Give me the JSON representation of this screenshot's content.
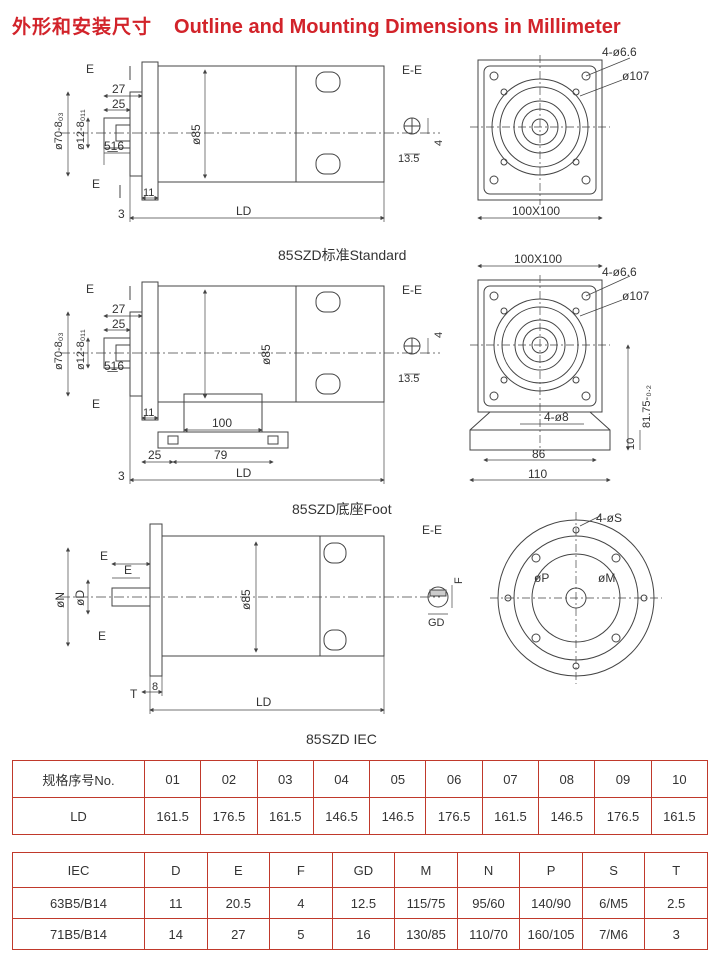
{
  "title": {
    "cn": "外形和安装尺寸",
    "en": "Outline and Mounting Dimensions in Millimeter"
  },
  "standard": {
    "caption": "85SZD标准Standard",
    "section": "E-E",
    "e": "E",
    "d27": "27",
    "d25": "25",
    "d516": "5͟16",
    "d_flange": "ø70-8₀₃",
    "d_shaft": "ø12-8₀₁₁",
    "d85": "ø85",
    "d11": "11",
    "d3": "3",
    "ld": "LD",
    "key4": "4",
    "key135": "13.5",
    "hole": "4-ø6.6",
    "pcd": "ø107",
    "square": "100X100"
  },
  "foot": {
    "caption": "85SZD底座Foot",
    "section": "E-E",
    "e": "E",
    "d27": "27",
    "d25": "25",
    "d516": "5͟16",
    "d_flange": "ø70-8₀₃",
    "d_shaft": "ø12-8₀₁₁",
    "d85": "ø85",
    "d11": "11",
    "d100": "100",
    "d25b": "25",
    "d79": "79",
    "d3": "3",
    "ld": "LD",
    "key4": "4",
    "key135": "13.5",
    "square": "100X100",
    "hole": "4-ø6.6",
    "pcd": "ø107",
    "height": "81.75-₀.₂",
    "foothole": "4-ø8",
    "d10": "10",
    "d86": "86",
    "d110": "110"
  },
  "iec": {
    "caption": "85SZD IEC",
    "section": "E-E",
    "e": "E",
    "n": "øN",
    "d": "øD",
    "d85": "ø85",
    "t": "T",
    "d8": "8",
    "ld": "LD",
    "f": "F",
    "gd": "GD",
    "s": "4-øS",
    "p": "øP",
    "m": "øM"
  },
  "table1": {
    "header": [
      "规格序号No.",
      "01",
      "02",
      "03",
      "04",
      "05",
      "06",
      "07",
      "08",
      "09",
      "10"
    ],
    "row": [
      "LD",
      "161.5",
      "176.5",
      "161.5",
      "146.5",
      "146.5",
      "176.5",
      "161.5",
      "146.5",
      "176.5",
      "161.5"
    ]
  },
  "table2": {
    "header": [
      "IEC",
      "D",
      "E",
      "F",
      "GD",
      "M",
      "N",
      "P",
      "S",
      "T"
    ],
    "rows": [
      [
        "63B5/B14",
        "11",
        "20.5",
        "4",
        "12.5",
        "115/75",
        "95/60",
        "140/90",
        "6/M5",
        "2.5"
      ],
      [
        "71B5/B14",
        "14",
        "27",
        "5",
        "16",
        "130/85",
        "110/70",
        "160/105",
        "7/M6",
        "3"
      ]
    ]
  }
}
